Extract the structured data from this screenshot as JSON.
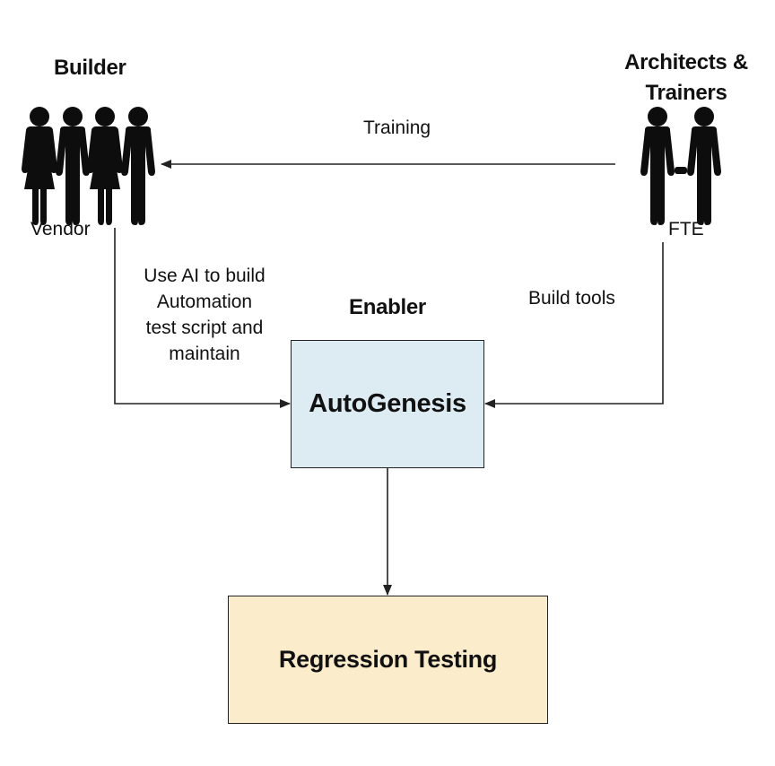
{
  "builder": {
    "title": "Builder",
    "subtitle": "Vendor",
    "icon": "group-of-four-people-icon"
  },
  "architects": {
    "title_line1": "Architects &",
    "title_line2": "Trainers",
    "subtitle": "FTE",
    "icon": "group-of-two-people-icon"
  },
  "edges": {
    "training": "Training",
    "use_ai_line1": "Use AI to build",
    "use_ai_line2": "Automation",
    "use_ai_line3": "test script and",
    "use_ai_line4": "maintain",
    "build_tools": "Build tools"
  },
  "enabler": {
    "caption": "Enabler",
    "label": "AutoGenesis",
    "fill": "#ddecf3"
  },
  "regression": {
    "label": "Regression Testing",
    "fill": "#fbeccb"
  },
  "colors": {
    "line": "#222222",
    "figure": "#0d0d0d"
  }
}
